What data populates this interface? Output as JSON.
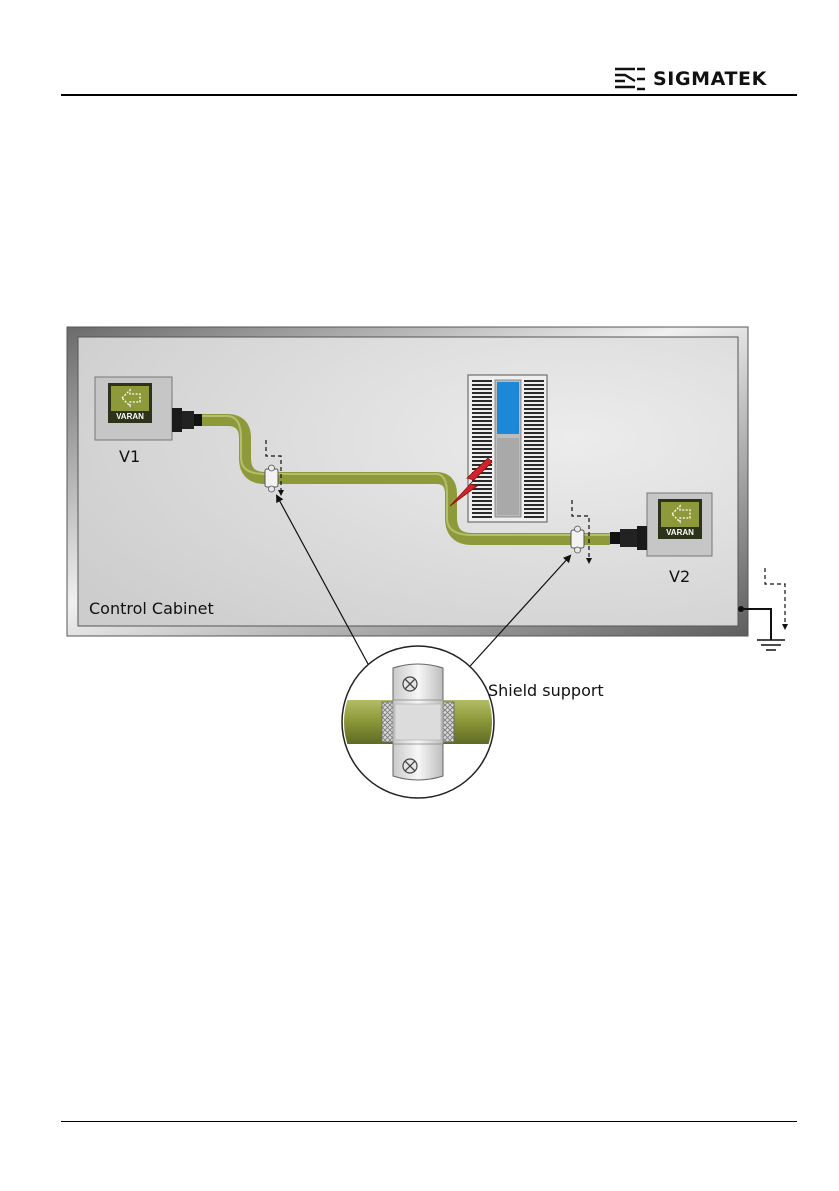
{
  "header": {
    "brand_name": "SIGMATEK",
    "logo_icon": "sigmatek-logo-icon"
  },
  "figure": {
    "cabinet_label": "Control Cabinet",
    "device_v1": "V1",
    "device_v2": "V2",
    "varan_logo_text": "VARAN",
    "shield_support_label": "Shield support",
    "cable_color": "#8e9a3a",
    "disturbance_color": "#d2232a",
    "module_accent": "#1e88d8"
  }
}
